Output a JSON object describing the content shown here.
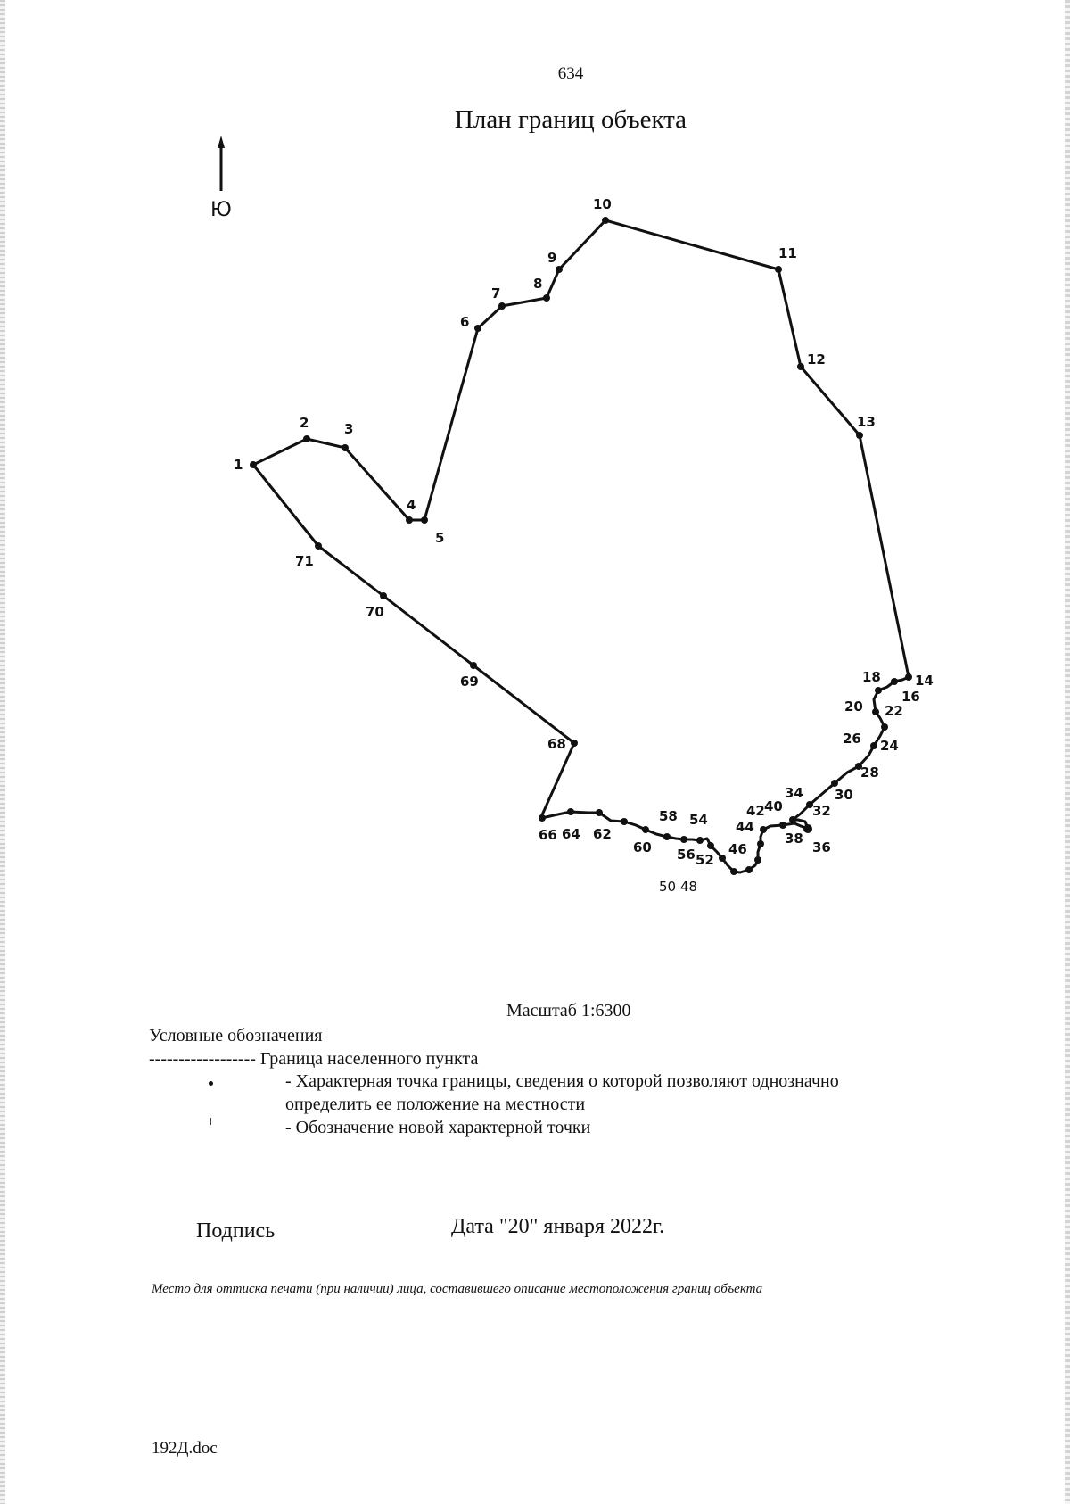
{
  "page": {
    "number": "634",
    "title": "План границ объекта",
    "north_arrow_label": "Ю"
  },
  "map": {
    "boundary_color": "#111111",
    "point_labels": [
      "1",
      "2",
      "3",
      "4",
      "5",
      "6",
      "7",
      "8",
      "9",
      "10",
      "11",
      "12",
      "13",
      "14",
      "16",
      "18",
      "20",
      "22",
      "24",
      "26",
      "28",
      "30",
      "32",
      "34",
      "36",
      "38",
      "40",
      "42",
      "44",
      "46",
      "50 48",
      "52",
      "54",
      "56",
      "58",
      "60",
      "62",
      "64",
      "66",
      "68",
      "69",
      "70",
      "71"
    ]
  },
  "scale": {
    "text": "Масштаб 1:6300"
  },
  "legend": {
    "title": "Условные обозначения",
    "line_dashes": "------------------",
    "line_text": "Граница населенного пункта",
    "point_existing_text_1": "- Характерная точка границы, сведения о которой позволяют однозначно",
    "point_existing_text_2": "определить ее положение на местности",
    "point_new_text": "- Обозначение новой характерной точки"
  },
  "footer": {
    "signature_label": "Подпись",
    "date_text": "Дата \"20\" января 2022г.",
    "stamp_note": "Место для оттиска печати (при наличии) лица, составившего описание местоположения границ объекта",
    "file_name": "192Д.doc"
  }
}
